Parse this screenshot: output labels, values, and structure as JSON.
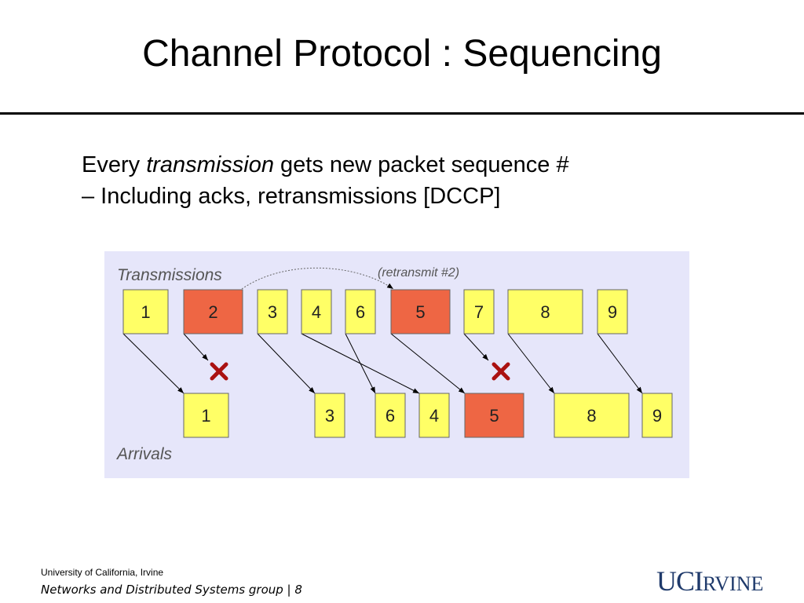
{
  "slide": {
    "title": "Channel Protocol : Sequencing",
    "bullet_prefix": "Every ",
    "bullet_emphasis": "transmission",
    "bullet_suffix": " gets new packet sequence #",
    "sub_bullet": "– Including acks, retransmissions [DCCP]"
  },
  "diagram": {
    "background_color": "#e6e6fa",
    "colors": {
      "normal": "#ffff66",
      "lost": "#ee6644",
      "loss_mark": "#aa1111"
    },
    "transmissions_label": "Transmissions",
    "arrivals_label": "Arrivals",
    "retransmit_label": "(retransmit #2)",
    "transmissions": [
      {
        "id": "1",
        "lost": false
      },
      {
        "id": "2",
        "lost": true
      },
      {
        "id": "3",
        "lost": false
      },
      {
        "id": "4",
        "lost": false
      },
      {
        "id": "6",
        "lost": false
      },
      {
        "id": "5",
        "lost": true
      },
      {
        "id": "7",
        "lost": false
      },
      {
        "id": "8",
        "lost": false
      },
      {
        "id": "9",
        "lost": false
      }
    ],
    "arrivals": [
      {
        "id": "1",
        "lost": false
      },
      {
        "id": "3",
        "lost": false
      },
      {
        "id": "6",
        "lost": false
      },
      {
        "id": "4",
        "lost": false
      },
      {
        "id": "5",
        "lost": true
      },
      {
        "id": "8",
        "lost": false
      },
      {
        "id": "9",
        "lost": false
      }
    ]
  },
  "footer": {
    "university": "University of California, Irvine",
    "group": "Networks and Distributed Systems group | 8",
    "logo_uci": "UCI",
    "logo_irvine": "RVINE"
  }
}
